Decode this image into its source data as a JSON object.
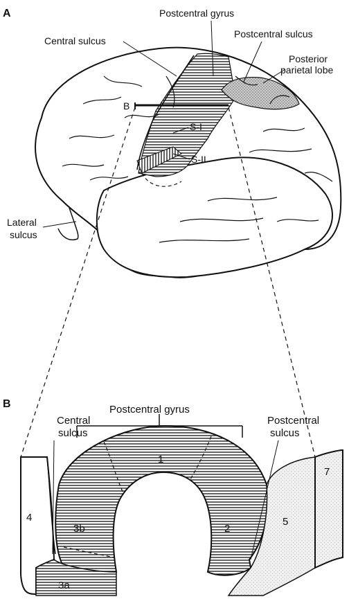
{
  "panel_a": {
    "letter": "A",
    "labels": {
      "postcentral_gyrus": "Postcentral gyrus",
      "central_sulcus": "Central sulcus",
      "postcentral_sulcus": "Postcentral sulcus",
      "posterior_line1": "Posterior",
      "posterior_line2": "parietal lobe",
      "section_marker": "B",
      "s1": "S-I",
      "s2": "S-II",
      "lateral_line1": "Lateral",
      "lateral_line2": "sulcus"
    }
  },
  "panel_b": {
    "letter": "B",
    "labels": {
      "postcentral_gyrus": "Postcentral gyrus",
      "central_line1": "Central",
      "central_line2": "sulcus",
      "postcentral_line1": "Postcentral",
      "postcentral_line2": "sulcus",
      "area_1": "1",
      "area_2": "2",
      "area_3a": "3a",
      "area_3b": "3b",
      "area_4": "4",
      "area_5": "5",
      "area_7": "7"
    }
  }
}
